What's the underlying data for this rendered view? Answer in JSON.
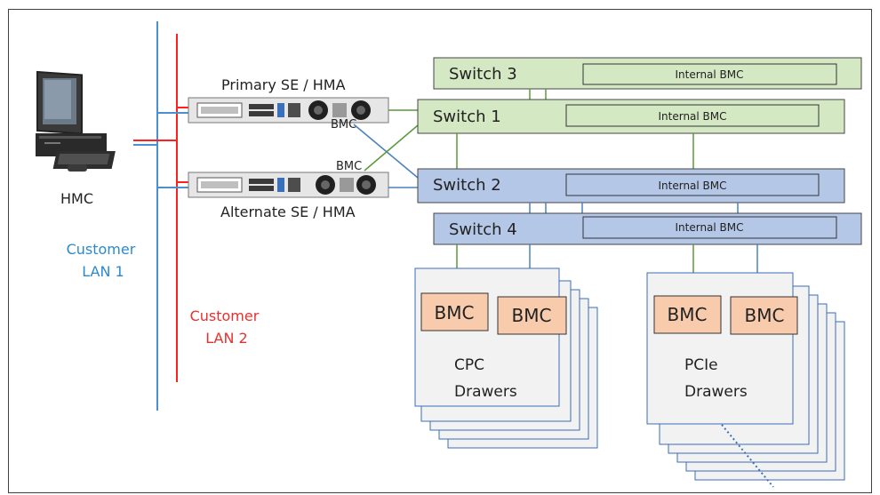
{
  "labels": {
    "hmc": "HMC",
    "customer_lan1": [
      "Customer",
      "LAN 1"
    ],
    "customer_lan2": [
      "Customer",
      "LAN 2"
    ],
    "primary_se": "Primary SE  / HMA",
    "alternate_se": "Alternate SE / HMA",
    "bmc_primary": "BMC",
    "bmc_alternate": "BMC"
  },
  "switches": [
    {
      "name": "Switch 3",
      "internal": "Internal BMC",
      "color": "#d5e8c4"
    },
    {
      "name": "Switch 1",
      "internal": "Internal BMC",
      "color": "#d5e8c4"
    },
    {
      "name": "Switch 2",
      "internal": "Internal BMC",
      "color": "#b4c7e7"
    },
    {
      "name": "Switch 4",
      "internal": "Internal BMC",
      "color": "#b4c7e7"
    }
  ],
  "drawers": {
    "cpc": {
      "bmc": [
        "BMC",
        "BMC"
      ],
      "title": [
        "CPC",
        "Drawers"
      ]
    },
    "pcie": {
      "bmc": [
        "BMC",
        "BMC"
      ],
      "title": [
        "PCIe",
        "Drawers"
      ]
    }
  },
  "colors": {
    "lan1": "#4a90d0",
    "lan2": "#ff2020",
    "green_link": "#5a9a3a",
    "blue_link": "#4a80c0",
    "bmc_fill": "#f8cbad",
    "drawer_fill": "#f2f2f2"
  }
}
